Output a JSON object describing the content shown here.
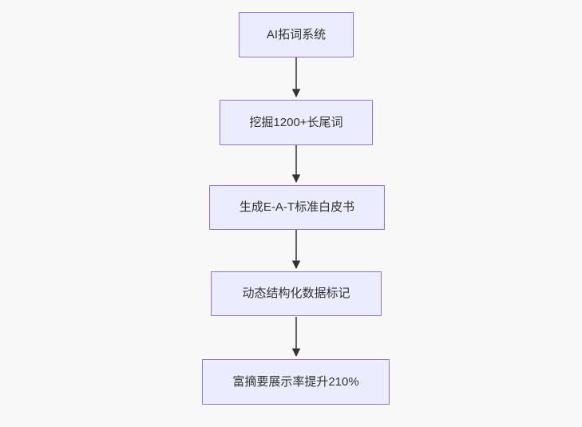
{
  "page": {
    "background": "#f8f8f8"
  },
  "flowchart": {
    "type": "flowchart",
    "direction": "top-down",
    "colors": {
      "node_fill": "#ECECFF",
      "node_border": "#9370DB",
      "text_color": "#333333",
      "arrow_color": "#333333"
    },
    "nodes": [
      {
        "label": "AI拓词系统"
      },
      {
        "label": "挖掘1200+长尾词"
      },
      {
        "label": "生成E-A-T标准白皮书"
      },
      {
        "label": "动态结构化数据标记"
      },
      {
        "label": "富摘要展示率提升210%"
      }
    ],
    "edges": [
      {
        "from": 0,
        "to": 1
      },
      {
        "from": 1,
        "to": 2
      },
      {
        "from": 2,
        "to": 3
      },
      {
        "from": 3,
        "to": 4
      }
    ]
  }
}
